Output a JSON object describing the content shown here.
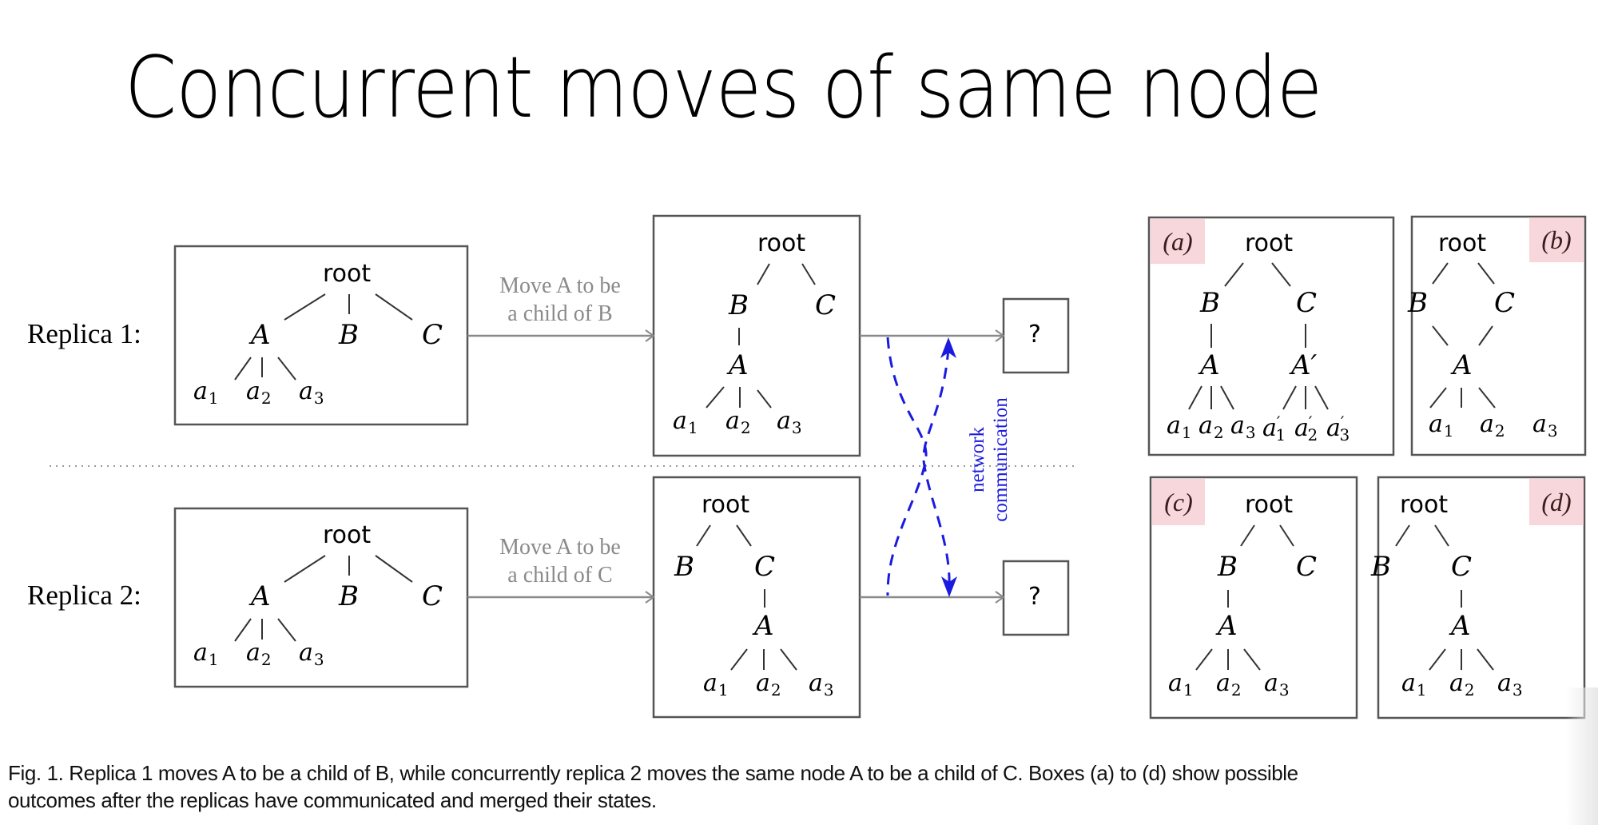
{
  "slide": {
    "title": "Concurrent moves of same node"
  },
  "replicas": [
    {
      "label": "Replica 1:",
      "initial_tree": {
        "root": "root",
        "children": [
          "A",
          "B",
          "C"
        ],
        "leaves": [
          "a1",
          "a2",
          "a3"
        ]
      },
      "operation": {
        "line1": "Move A to be",
        "line2": "a child of B"
      },
      "result_tree": {
        "root": "root",
        "children": [
          "B",
          "C"
        ],
        "sub": "A",
        "leaves": [
          "a1",
          "a2",
          "a3"
        ]
      },
      "outcome": "?"
    },
    {
      "label": "Replica 2:",
      "initial_tree": {
        "root": "root",
        "children": [
          "A",
          "B",
          "C"
        ],
        "leaves": [
          "a1",
          "a2",
          "a3"
        ]
      },
      "operation": {
        "line1": "Move A to be",
        "line2": "a child of C"
      },
      "result_tree": {
        "root": "root",
        "children": [
          "B",
          "C"
        ],
        "sub": "A",
        "leaves": [
          "a1",
          "a2",
          "a3"
        ]
      },
      "outcome": "?"
    }
  ],
  "network": {
    "line1": "network",
    "line2": "communication",
    "color": "#1a1ae0"
  },
  "outcomes": [
    {
      "badge": "(a)",
      "description": "A duplicated under B and C as A and A'",
      "nodes": [
        "root",
        "B",
        "C",
        "A",
        "A'",
        "a1",
        "a2",
        "a3",
        "a1'",
        "a2'",
        "a3'"
      ]
    },
    {
      "badge": "(b)",
      "description": "A has two parents B and C",
      "nodes": [
        "root",
        "B",
        "C",
        "A",
        "a1",
        "a2",
        "a3"
      ]
    },
    {
      "badge": "(c)",
      "description": "A is child of B",
      "nodes": [
        "root",
        "B",
        "C",
        "A",
        "a1",
        "a2",
        "a3"
      ]
    },
    {
      "badge": "(d)",
      "description": "A is child of C",
      "nodes": [
        "root",
        "B",
        "C",
        "A",
        "a1",
        "a2",
        "a3"
      ]
    }
  ],
  "labels": {
    "root": "root",
    "A": "A",
    "B": "B",
    "C": "C",
    "A_prime": "A′",
    "a": "a",
    "a_prime": "a",
    "prime": "′",
    "s1": "1",
    "s2": "2",
    "s3": "3",
    "move_A": "Move ",
    "move_A_ital": "A",
    "move_tail": " to be",
    "child_of": "a child of ",
    "child_B": "B",
    "child_C": "C"
  },
  "caption": {
    "line1": "Fig. 1. Replica 1 moves A to be a child of B, while concurrently replica 2 moves the same node A to be a child of C. Boxes (a) to (d) show possible",
    "line2": "outcomes after the replicas have communicated and merged their states."
  },
  "colors": {
    "badge_bg": "#f8d7dc",
    "box_border": "#555555",
    "arrow": "#8a8a8a",
    "divider": "#9a9a9a"
  }
}
